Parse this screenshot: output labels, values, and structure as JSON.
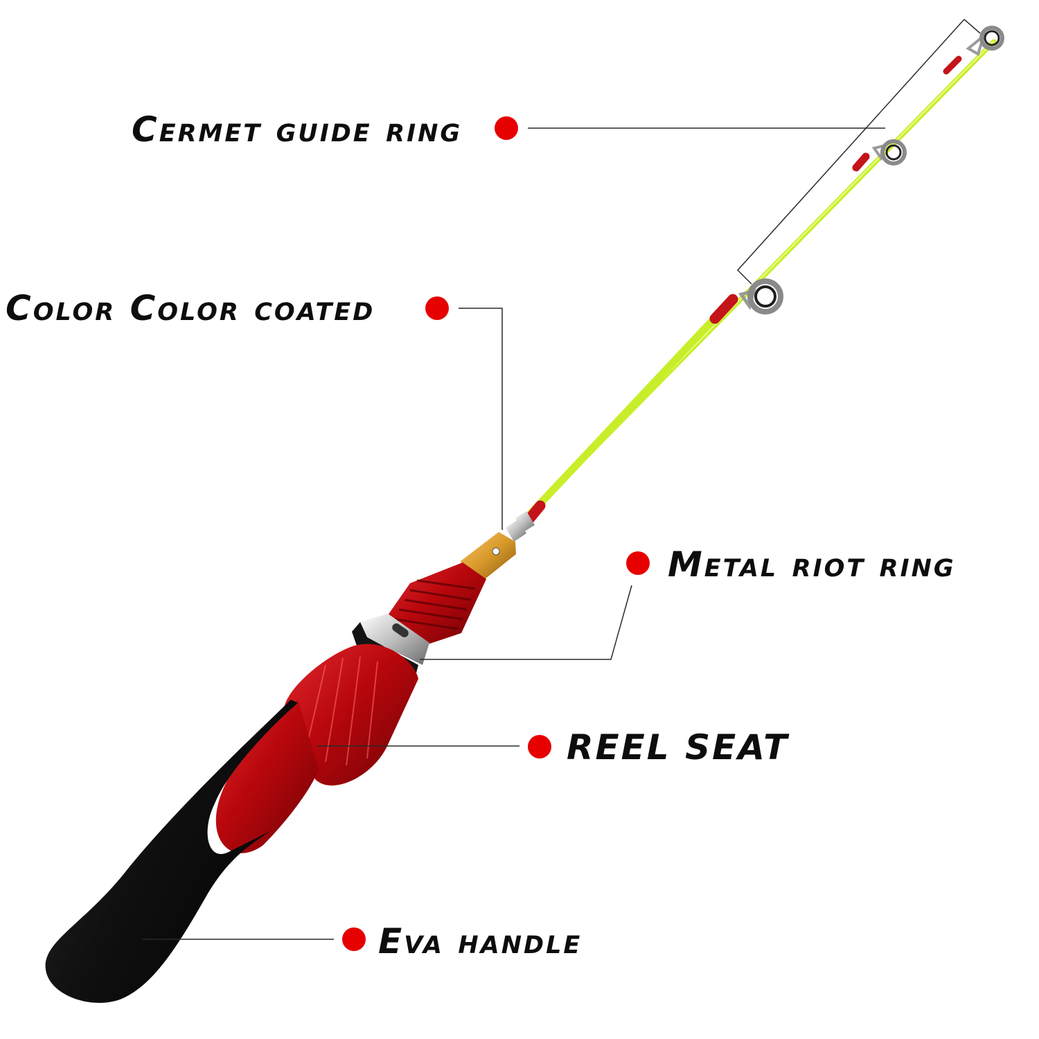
{
  "colors": {
    "dot": "#e60000",
    "text": "#0d0d0d",
    "blank_tip": "#c8ee2a",
    "reel_seat": "#b8070c",
    "handle": "#141414",
    "nut_gold": "#d99a2b",
    "metal_ring": "#c9c9c9"
  },
  "callouts": [
    {
      "id": "cermet-guide-ring",
      "label": "Cermet guide ring"
    },
    {
      "id": "color-coated",
      "label": "Color Color coated"
    },
    {
      "id": "metal-riot-ring",
      "label": "Metal riot ring"
    },
    {
      "id": "reel-seat",
      "label": "REEL SEAT"
    },
    {
      "id": "eva-handle",
      "label": "Eva handle"
    }
  ]
}
